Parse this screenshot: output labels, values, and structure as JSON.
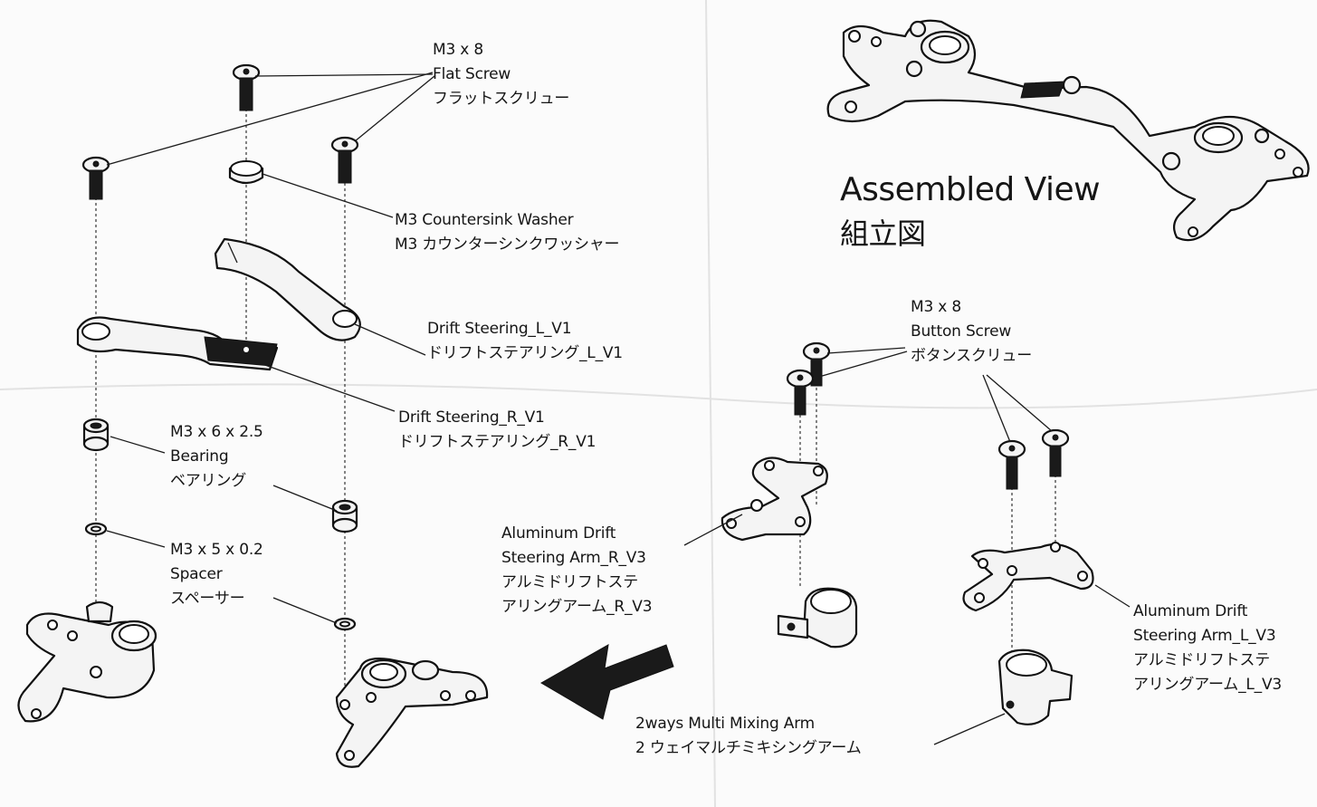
{
  "labels": {
    "flat_screw": {
      "size": "M3 x 8",
      "en": "Flat Screw",
      "jp": "フラットスクリュー"
    },
    "countersink_washer": {
      "en": "M3 Countersink Washer",
      "jp": "M3 カウンターシンクワッシャー"
    },
    "drift_steering_l": {
      "en": "Drift Steering_L_V1",
      "jp": "ドリフトステアリング_L_V1"
    },
    "drift_steering_r": {
      "en": "Drift Steering_R_V1",
      "jp": "ドリフトステアリング_R_V1"
    },
    "bearing": {
      "size": "M3 x 6 x 2.5",
      "en": "Bearing",
      "jp": "ベアリング"
    },
    "spacer": {
      "size": "M3 x 5 x 0.2",
      "en": "Spacer",
      "jp": "スペーサー"
    },
    "assembled_view": {
      "en": "Assembled View",
      "jp": "組立図"
    },
    "button_screw": {
      "size": "M3 x 8",
      "en": "Button Screw",
      "jp": "ボタンスクリュー"
    },
    "arm_r": {
      "line1": "Aluminum Drift",
      "line2": "Steering Arm_R_V3",
      "jp1": "アルミドリフトステ",
      "jp2": "アリングアーム_R_V3"
    },
    "arm_l": {
      "line1": "Aluminum Drift",
      "line2": "Steering Arm_L_V3",
      "jp1": "アルミドリフトステ",
      "jp2": "アリングアーム_L_V3"
    },
    "mixing_arm": {
      "en": "2ways Multi Mixing Arm",
      "jp": "2 ウェイマルチミキシングアーム"
    }
  }
}
